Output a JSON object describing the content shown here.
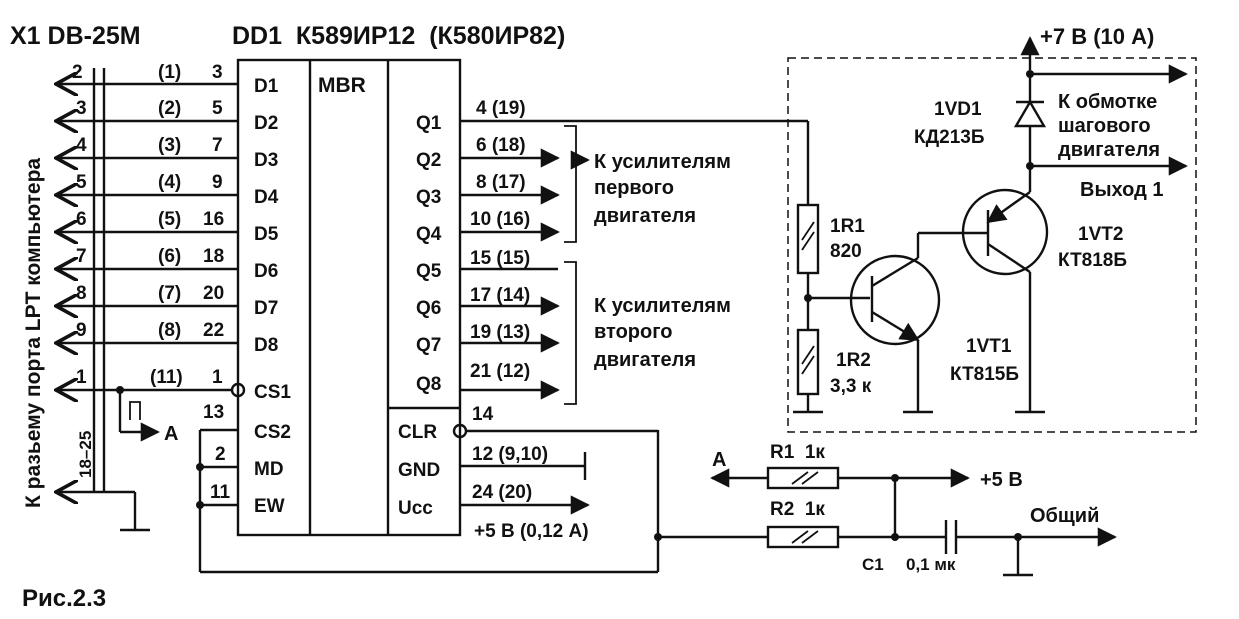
{
  "connector": {
    "title": "X1 DB-25M",
    "side_label": "К разьему порта LPT компьютера",
    "gnd_pins": "18–25"
  },
  "chip": {
    "title": "DD1  К589ИР12  (К580ИР82)",
    "func": "MBR",
    "inputs": [
      {
        "label": "D1",
        "lpt": "2",
        "num": "(1)",
        "pin": "3"
      },
      {
        "label": "D2",
        "lpt": "3",
        "num": "(2)",
        "pin": "5"
      },
      {
        "label": "D3",
        "lpt": "4",
        "num": "(3)",
        "pin": "7"
      },
      {
        "label": "D4",
        "lpt": "5",
        "num": "(4)",
        "pin": "9"
      },
      {
        "label": "D5",
        "lpt": "6",
        "num": "(5)",
        "pin": "16"
      },
      {
        "label": "D6",
        "lpt": "7",
        "num": "(6)",
        "pin": "18"
      },
      {
        "label": "D7",
        "lpt": "8",
        "num": "(7)",
        "pin": "20"
      },
      {
        "label": "D8",
        "lpt": "9",
        "num": "(8)",
        "pin": "22"
      }
    ],
    "cs1": {
      "label": "CS1",
      "lpt": "1",
      "num": "(11)",
      "pin": "1"
    },
    "cs2": {
      "label": "CS2",
      "pin": "13"
    },
    "md": {
      "label": "MD",
      "pin": "2"
    },
    "ew": {
      "label": "EW",
      "pin": "11"
    },
    "outputs": [
      {
        "label": "Q1",
        "pin": "4 (19)"
      },
      {
        "label": "Q2",
        "pin": "6 (18)"
      },
      {
        "label": "Q3",
        "pin": "8 (17)"
      },
      {
        "label": "Q4",
        "pin": "10 (16)"
      },
      {
        "label": "Q5",
        "pin": "15 (15)"
      },
      {
        "label": "Q6",
        "pin": "17 (14)"
      },
      {
        "label": "Q7",
        "pin": "19 (13)"
      },
      {
        "label": "Q8",
        "pin": "21 (12)"
      }
    ],
    "clr": {
      "label": "CLR",
      "pin": "14"
    },
    "gnd": {
      "label": "GND",
      "pin": "12 (9,10)"
    },
    "ucc": {
      "label": "Ucc",
      "pin": "24 (20)"
    },
    "ucc_supply": "+5 В (0,12 А)"
  },
  "groups": {
    "first": [
      "К усилителям",
      "первого",
      "двигателя"
    ],
    "second": [
      "К усилителям",
      "второго",
      "двигателя"
    ]
  },
  "strobe_label": "А",
  "amp": {
    "supply": "+7 В (10 А)",
    "vd1": [
      "1VD1",
      "КД213Б"
    ],
    "winding": [
      "К обмотке",
      "шагового",
      "двигателя"
    ],
    "output": "Выход 1",
    "r1": [
      "1R1",
      "820"
    ],
    "r2": [
      "1R2",
      "3,3 к"
    ],
    "vt1": [
      "1VT1",
      "КТ815Б"
    ],
    "vt2": [
      "1VT2",
      "КТ818Б"
    ]
  },
  "bottom": {
    "a_label": "А",
    "r1": "R1  1к",
    "r2": "R2  1к",
    "plus5": "+5 В",
    "common": "Общий",
    "c1": "C1",
    "c1_val": "0,1 мк"
  },
  "figure": "Рис.2.3"
}
